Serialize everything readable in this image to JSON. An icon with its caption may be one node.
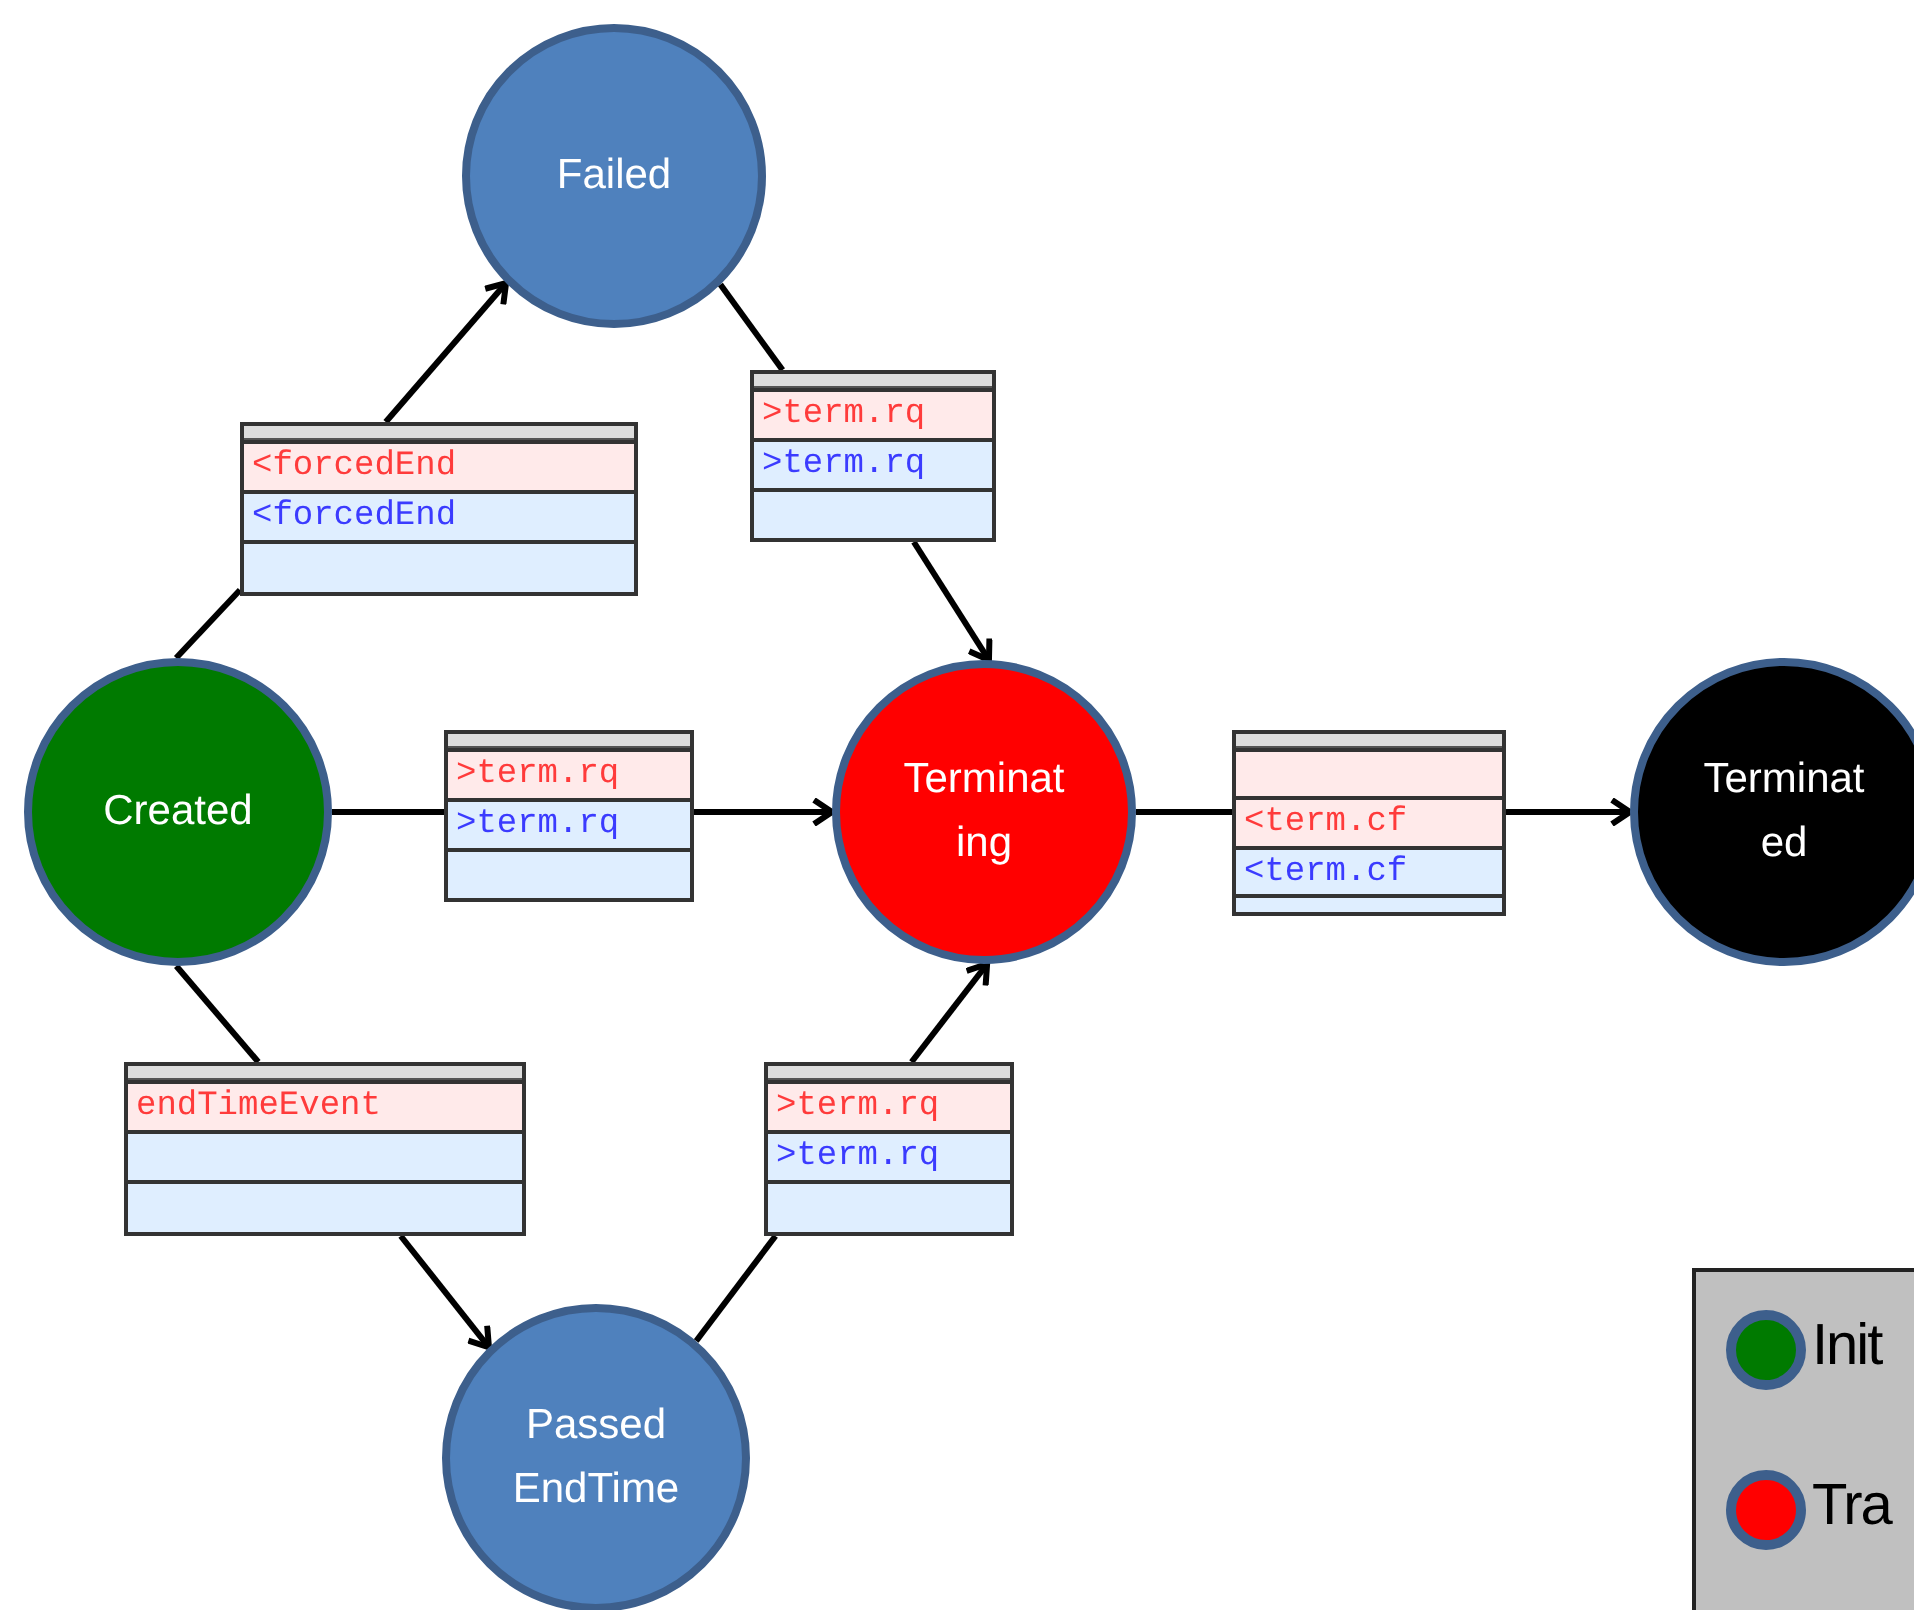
{
  "diagram": {
    "nodes": [
      {
        "text": [
          "Failed"
        ]
      },
      {
        "text": [
          "<forcedEnd",
          "<forcedEnd"
        ]
      },
      {
        "text": [
          ">term.rq",
          ">term.rq"
        ]
      },
      {
        "text": [
          "Created"
        ]
      },
      {
        "text": [
          ">term.rq",
          ">term.rq"
        ]
      },
      {
        "text": [
          "Terminat ing"
        ]
      },
      {
        "text": [
          "<term.cf",
          "<term.cf"
        ]
      },
      {
        "text": [
          "Terminat ed"
        ]
      },
      {
        "text": [
          "endTimeEvent"
        ]
      },
      {
        "text": [
          ">term.rq",
          ">term.rq"
        ]
      },
      {
        "text": [
          "Passed EndTime"
        ]
      }
    ],
    "edges": [
      {
        "from": 3,
        "to": 1,
        "arrow": "none"
      },
      {
        "from": 1,
        "to": 0,
        "arrow": "to"
      },
      {
        "from": 0,
        "to": 2,
        "arrow": "none"
      },
      {
        "from": 2,
        "to": 5,
        "arrow": "to"
      },
      {
        "from": 3,
        "to": 4,
        "arrow": "none"
      },
      {
        "from": 4,
        "to": 5,
        "arrow": "to"
      },
      {
        "from": 5,
        "to": 6,
        "arrow": "none"
      },
      {
        "from": 6,
        "to": 7,
        "arrow": "to"
      },
      {
        "from": 3,
        "to": 8,
        "arrow": "none"
      },
      {
        "from": 8,
        "to": 10,
        "arrow": "to"
      },
      {
        "from": 10,
        "to": 9,
        "arrow": "none"
      },
      {
        "from": 9,
        "to": 5,
        "arrow": "to"
      }
    ],
    "legend": [
      {
        "text": "Init",
        "color": "#007a00"
      },
      {
        "text": "Tra",
        "color": "#ff0000"
      }
    ]
  }
}
